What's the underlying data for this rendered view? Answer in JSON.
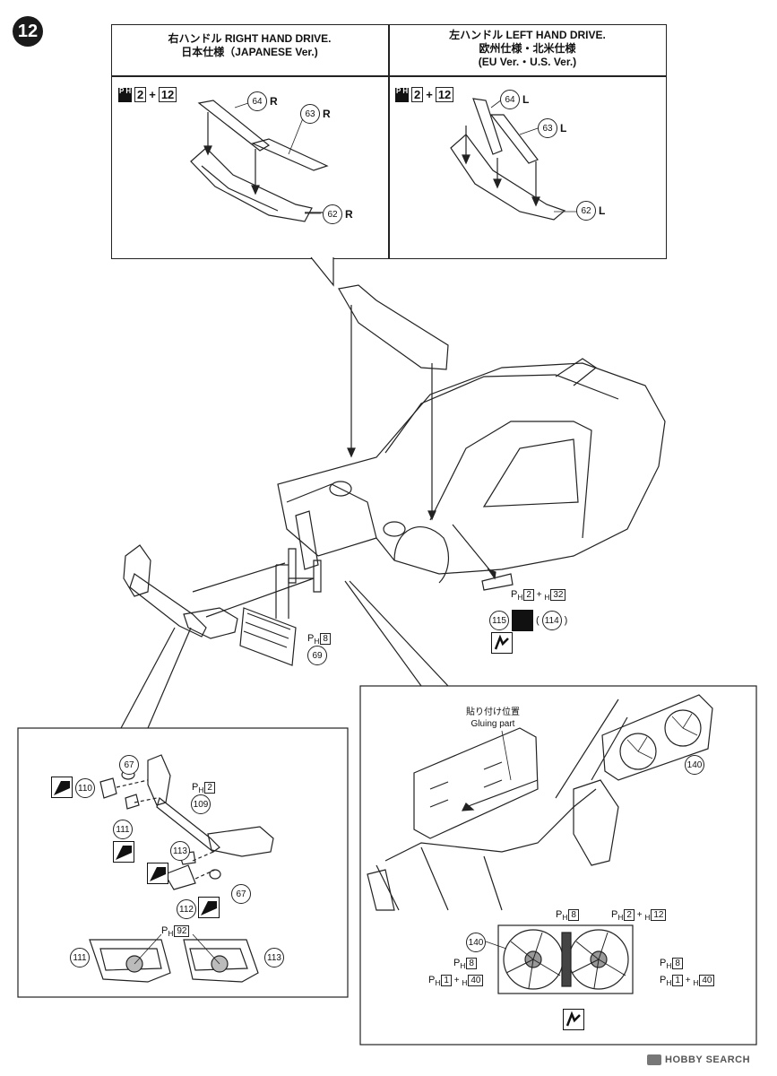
{
  "step_number": "12",
  "header": {
    "left_line1": "右ハンドル RIGHT HAND DRIVE.",
    "left_line2": "日本仕様（JAPANESE Ver.)",
    "right_line1": "左ハンドル LEFT HAND DRIVE.",
    "right_line2": "欧州仕様・北米仕様",
    "right_line3": "(EU Ver.・U.S. Ver.)"
  },
  "paint_code": {
    "a": "2",
    "plus": "+",
    "b": "12"
  },
  "rhd_parts": [
    {
      "num": "64",
      "side": "R"
    },
    {
      "num": "63",
      "side": "R"
    },
    {
      "num": "62",
      "side": "R"
    }
  ],
  "lhd_parts": [
    {
      "num": "64",
      "side": "L"
    },
    {
      "num": "63",
      "side": "L"
    },
    {
      "num": "62",
      "side": "L"
    }
  ],
  "main_parts": {
    "p115": "115",
    "p114": "114",
    "p69": "69",
    "code_115": {
      "a": "2",
      "plus": "+",
      "b": "32"
    },
    "code_69": {
      "a": "8"
    }
  },
  "left_detail": {
    "p67a": "67",
    "p110": "110",
    "p109": "109",
    "p111": "111",
    "p113": "113",
    "p67b": "67",
    "p112": "112",
    "p111b": "111",
    "p113b": "113",
    "code_109": "2",
    "code_lights": "92"
  },
  "right_detail": {
    "gluing_jp": "貼り付け位置",
    "gluing_en": "Gluing part",
    "p140a": "140",
    "p140b": "140",
    "code_top1": "8",
    "code_top2a": "2",
    "code_top2b": "12",
    "code_left1": "8",
    "code_left2a": "1",
    "code_left2b": "40",
    "code_right1": "8",
    "code_right2a": "1",
    "code_right2b": "40"
  },
  "footer_brand": "HOBBY SEARCH"
}
